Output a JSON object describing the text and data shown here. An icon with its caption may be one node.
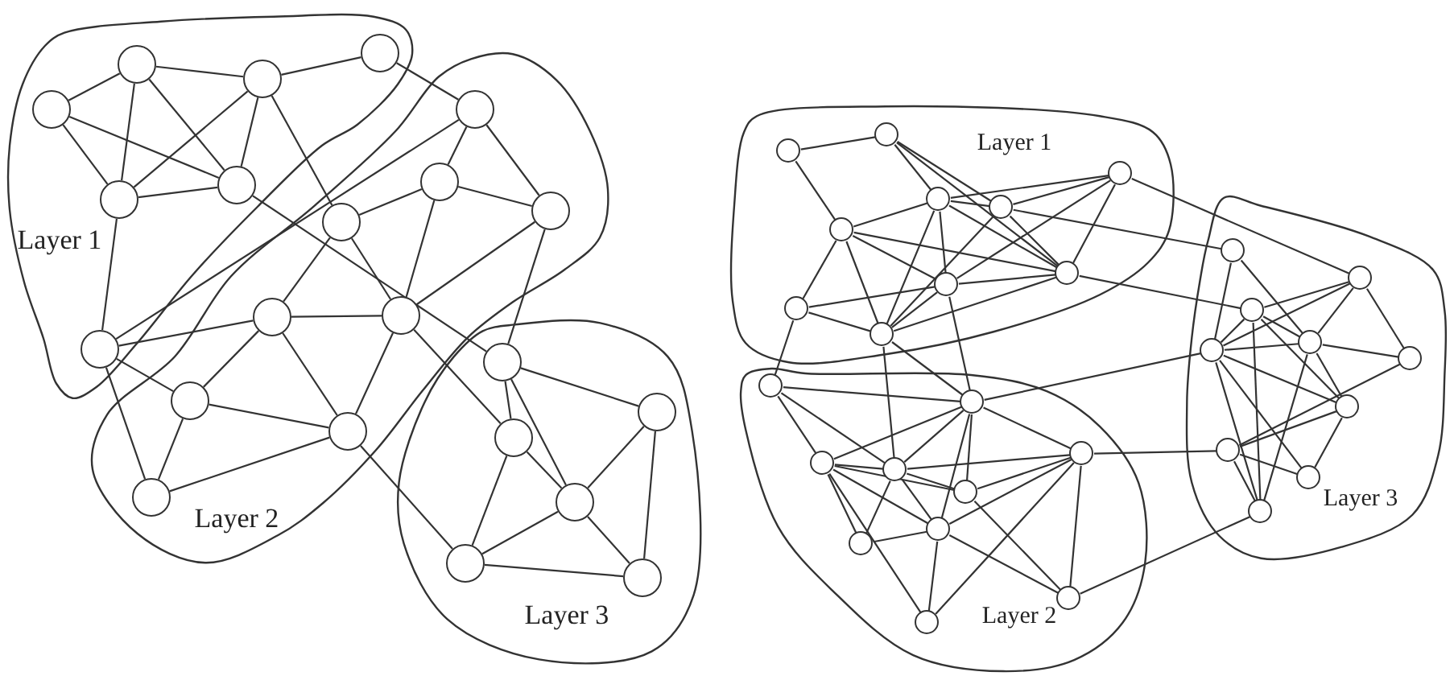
{
  "diagram": {
    "nodes": [
      {
        "text": [
          "Layer 1"
        ]
      },
      {
        "text": [],
        "shape": "circle",
        "in": 0
      },
      {
        "text": [],
        "shape": "circle",
        "in": 0
      },
      {
        "text": [],
        "shape": "circle",
        "in": 0
      },
      {
        "text": [],
        "shape": "circle",
        "in": 0
      },
      {
        "text": [],
        "shape": "circle",
        "in": 0
      },
      {
        "text": [],
        "shape": "circle",
        "in": 0
      },
      {
        "text": [],
        "shape": "circle",
        "in": 0
      },
      {
        "text": [
          "Layer 2"
        ]
      },
      {
        "text": [],
        "shape": "circle",
        "in": 8
      },
      {
        "text": [],
        "shape": "circle",
        "in": 8
      },
      {
        "text": [],
        "shape": "circle",
        "in": 8
      },
      {
        "text": [],
        "shape": "circle",
        "in": 8
      },
      {
        "text": [],
        "shape": "circle",
        "in": 8
      },
      {
        "text": [],
        "shape": "circle",
        "in": 8
      },
      {
        "text": [],
        "shape": "circle",
        "in": 8
      },
      {
        "text": [],
        "shape": "circle",
        "in": 8
      },
      {
        "text": [],
        "shape": "circle",
        "in": 8
      },
      {
        "text": [
          "Layer 3"
        ]
      },
      {
        "text": [],
        "shape": "circle",
        "in": 18
      },
      {
        "text": [],
        "shape": "circle",
        "in": 18
      },
      {
        "text": [],
        "shape": "circle",
        "in": 18
      },
      {
        "text": [],
        "shape": "circle",
        "in": 18
      },
      {
        "text": [],
        "shape": "circle",
        "in": 18
      },
      {
        "text": [],
        "shape": "circle",
        "in": 18
      },
      {
        "text": [
          "Layer 1"
        ]
      },
      {
        "text": [],
        "shape": "circle",
        "in": 25
      },
      {
        "text": [],
        "shape": "circle",
        "in": 25
      },
      {
        "text": [],
        "shape": "circle",
        "in": 25
      },
      {
        "text": [],
        "shape": "circle",
        "in": 25
      },
      {
        "text": [],
        "shape": "circle",
        "in": 25
      },
      {
        "text": [],
        "shape": "circle",
        "in": 25
      },
      {
        "text": [],
        "shape": "circle",
        "in": 25
      },
      {
        "text": [],
        "shape": "circle",
        "in": 25
      },
      {
        "text": [],
        "shape": "circle",
        "in": 25
      },
      {
        "text": [],
        "shape": "circle",
        "in": 25
      },
      {
        "text": [
          "Layer 2"
        ]
      },
      {
        "text": [],
        "shape": "circle",
        "in": 36
      },
      {
        "text": [],
        "shape": "circle",
        "in": 36
      },
      {
        "text": [],
        "shape": "circle",
        "in": 36
      },
      {
        "text": [],
        "shape": "circle",
        "in": 36
      },
      {
        "text": [],
        "shape": "circle",
        "in": 36
      },
      {
        "text": [],
        "shape": "circle",
        "in": 36
      },
      {
        "text": [],
        "shape": "circle",
        "in": 36
      },
      {
        "text": [],
        "shape": "circle",
        "in": 36
      },
      {
        "text": [],
        "shape": "circle",
        "in": 36
      },
      {
        "text": [],
        "shape": "circle",
        "in": 36
      },
      {
        "text": [
          "Layer 3"
        ]
      },
      {
        "text": [],
        "shape": "circle",
        "in": 47
      },
      {
        "text": [],
        "shape": "circle",
        "in": 47
      },
      {
        "text": [],
        "shape": "circle",
        "in": 47
      },
      {
        "text": [],
        "shape": "circle",
        "in": 47
      },
      {
        "text": [],
        "shape": "circle",
        "in": 47
      },
      {
        "text": [],
        "shape": "circle",
        "in": 47
      },
      {
        "text": [],
        "shape": "circle",
        "in": 47
      },
      {
        "text": [],
        "shape": "circle",
        "in": 47
      },
      {
        "text": [],
        "shape": "circle",
        "in": 47
      },
      {
        "text": [],
        "shape": "circle",
        "in": 47
      }
    ],
    "edges": [
      {
        "from": 1,
        "to": 2,
        "arrow": "none"
      },
      {
        "from": 1,
        "to": 3,
        "arrow": "none"
      },
      {
        "from": 1,
        "to": 5,
        "arrow": "none"
      },
      {
        "from": 1,
        "to": 6,
        "arrow": "none"
      },
      {
        "from": 2,
        "to": 5,
        "arrow": "none"
      },
      {
        "from": 2,
        "to": 6,
        "arrow": "none"
      },
      {
        "from": 3,
        "to": 4,
        "arrow": "none"
      },
      {
        "from": 3,
        "to": 5,
        "arrow": "none"
      },
      {
        "from": 3,
        "to": 6,
        "arrow": "none"
      },
      {
        "from": 3,
        "to": 12,
        "arrow": "none"
      },
      {
        "from": 5,
        "to": 6,
        "arrow": "none"
      },
      {
        "from": 5,
        "to": 7,
        "arrow": "none"
      },
      {
        "from": 6,
        "to": 19,
        "arrow": "none"
      },
      {
        "from": 4,
        "to": 9,
        "arrow": "none"
      },
      {
        "from": 9,
        "to": 10,
        "arrow": "none"
      },
      {
        "from": 9,
        "to": 11,
        "arrow": "none"
      },
      {
        "from": 10,
        "to": 11,
        "arrow": "none"
      },
      {
        "from": 10,
        "to": 12,
        "arrow": "none"
      },
      {
        "from": 10,
        "to": 14,
        "arrow": "none"
      },
      {
        "from": 11,
        "to": 14,
        "arrow": "none"
      },
      {
        "from": 11,
        "to": 19,
        "arrow": "none"
      },
      {
        "from": 12,
        "to": 13,
        "arrow": "none"
      },
      {
        "from": 12,
        "to": 14,
        "arrow": "none"
      },
      {
        "from": 7,
        "to": 9,
        "arrow": "none"
      },
      {
        "from": 13,
        "to": 14,
        "arrow": "none"
      },
      {
        "from": 7,
        "to": 13,
        "arrow": "none"
      },
      {
        "from": 7,
        "to": 15,
        "arrow": "none"
      },
      {
        "from": 7,
        "to": 17,
        "arrow": "none"
      },
      {
        "from": 13,
        "to": 15,
        "arrow": "none"
      },
      {
        "from": 15,
        "to": 16,
        "arrow": "none"
      },
      {
        "from": 15,
        "to": 17,
        "arrow": "none"
      },
      {
        "from": 13,
        "to": 16,
        "arrow": "none"
      },
      {
        "from": 16,
        "to": 17,
        "arrow": "none"
      },
      {
        "from": 14,
        "to": 16,
        "arrow": "none"
      },
      {
        "from": 14,
        "to": 20,
        "arrow": "none"
      },
      {
        "from": 16,
        "to": 23,
        "arrow": "none"
      },
      {
        "from": 19,
        "to": 20,
        "arrow": "none"
      },
      {
        "from": 19,
        "to": 21,
        "arrow": "none"
      },
      {
        "from": 19,
        "to": 22,
        "arrow": "none"
      },
      {
        "from": 20,
        "to": 22,
        "arrow": "none"
      },
      {
        "from": 20,
        "to": 23,
        "arrow": "none"
      },
      {
        "from": 21,
        "to": 22,
        "arrow": "none"
      },
      {
        "from": 21,
        "to": 24,
        "arrow": "none"
      },
      {
        "from": 22,
        "to": 23,
        "arrow": "none"
      },
      {
        "from": 22,
        "to": 24,
        "arrow": "none"
      },
      {
        "from": 23,
        "to": 24,
        "arrow": "none"
      },
      {
        "from": 26,
        "to": 27,
        "arrow": "none"
      },
      {
        "from": 26,
        "to": 31,
        "arrow": "none"
      },
      {
        "from": 27,
        "to": 28,
        "arrow": "none"
      },
      {
        "from": 27,
        "to": 29,
        "arrow": "none"
      },
      {
        "from": 27,
        "to": 32,
        "arrow": "none"
      },
      {
        "from": 28,
        "to": 29,
        "arrow": "none"
      },
      {
        "from": 28,
        "to": 30,
        "arrow": "none"
      },
      {
        "from": 29,
        "to": 30,
        "arrow": "none"
      },
      {
        "from": 30,
        "to": 32,
        "arrow": "none"
      },
      {
        "from": 30,
        "to": 33,
        "arrow": "none"
      },
      {
        "from": 28,
        "to": 31,
        "arrow": "none"
      },
      {
        "from": 31,
        "to": 32,
        "arrow": "none"
      },
      {
        "from": 31,
        "to": 33,
        "arrow": "none"
      },
      {
        "from": 31,
        "to": 34,
        "arrow": "none"
      },
      {
        "from": 31,
        "to": 35,
        "arrow": "none"
      },
      {
        "from": 28,
        "to": 33,
        "arrow": "none"
      },
      {
        "from": 28,
        "to": 35,
        "arrow": "none"
      },
      {
        "from": 28,
        "to": 32,
        "arrow": "none"
      },
      {
        "from": 29,
        "to": 32,
        "arrow": "none"
      },
      {
        "from": 29,
        "to": 35,
        "arrow": "none"
      },
      {
        "from": 33,
        "to": 32,
        "arrow": "none"
      },
      {
        "from": 33,
        "to": 34,
        "arrow": "none"
      },
      {
        "from": 33,
        "to": 35,
        "arrow": "none"
      },
      {
        "from": 32,
        "to": 35,
        "arrow": "none"
      },
      {
        "from": 34,
        "to": 35,
        "arrow": "none"
      },
      {
        "from": 29,
        "to": 48,
        "arrow": "none"
      },
      {
        "from": 30,
        "to": 49,
        "arrow": "none"
      },
      {
        "from": 32,
        "to": 50,
        "arrow": "none"
      },
      {
        "from": 34,
        "to": 37,
        "arrow": "none"
      },
      {
        "from": 35,
        "to": 41,
        "arrow": "none"
      },
      {
        "from": 35,
        "to": 38,
        "arrow": "none"
      },
      {
        "from": 33,
        "to": 38,
        "arrow": "none"
      },
      {
        "from": 38,
        "to": 52,
        "arrow": "none"
      },
      {
        "from": 39,
        "to": 55,
        "arrow": "none"
      },
      {
        "from": 45,
        "to": 57,
        "arrow": "none"
      },
      {
        "from": 37,
        "to": 38,
        "arrow": "none"
      },
      {
        "from": 37,
        "to": 40,
        "arrow": "none"
      },
      {
        "from": 37,
        "to": 41,
        "arrow": "none"
      },
      {
        "from": 38,
        "to": 40,
        "arrow": "none"
      },
      {
        "from": 38,
        "to": 41,
        "arrow": "none"
      },
      {
        "from": 38,
        "to": 42,
        "arrow": "none"
      },
      {
        "from": 38,
        "to": 43,
        "arrow": "none"
      },
      {
        "from": 38,
        "to": 39,
        "arrow": "none"
      },
      {
        "from": 39,
        "to": 41,
        "arrow": "none"
      },
      {
        "from": 39,
        "to": 42,
        "arrow": "none"
      },
      {
        "from": 39,
        "to": 43,
        "arrow": "none"
      },
      {
        "from": 39,
        "to": 46,
        "arrow": "none"
      },
      {
        "from": 39,
        "to": 45,
        "arrow": "none"
      },
      {
        "from": 40,
        "to": 41,
        "arrow": "none"
      },
      {
        "from": 40,
        "to": 42,
        "arrow": "none"
      },
      {
        "from": 40,
        "to": 43,
        "arrow": "none"
      },
      {
        "from": 40,
        "to": 44,
        "arrow": "none"
      },
      {
        "from": 40,
        "to": 46,
        "arrow": "none"
      },
      {
        "from": 41,
        "to": 42,
        "arrow": "none"
      },
      {
        "from": 41,
        "to": 43,
        "arrow": "none"
      },
      {
        "from": 41,
        "to": 44,
        "arrow": "none"
      },
      {
        "from": 42,
        "to": 45,
        "arrow": "none"
      },
      {
        "from": 43,
        "to": 44,
        "arrow": "none"
      },
      {
        "from": 43,
        "to": 46,
        "arrow": "none"
      },
      {
        "from": 43,
        "to": 45,
        "arrow": "none"
      },
      {
        "from": 48,
        "to": 52,
        "arrow": "none"
      },
      {
        "from": 48,
        "to": 51,
        "arrow": "none"
      },
      {
        "from": 49,
        "to": 50,
        "arrow": "none"
      },
      {
        "from": 49,
        "to": 52,
        "arrow": "none"
      },
      {
        "from": 49,
        "to": 51,
        "arrow": "none"
      },
      {
        "from": 49,
        "to": 53,
        "arrow": "none"
      },
      {
        "from": 50,
        "to": 52,
        "arrow": "none"
      },
      {
        "from": 50,
        "to": 51,
        "arrow": "none"
      },
      {
        "from": 50,
        "to": 57,
        "arrow": "none"
      },
      {
        "from": 50,
        "to": 54,
        "arrow": "none"
      },
      {
        "from": 52,
        "to": 51,
        "arrow": "none"
      },
      {
        "from": 51,
        "to": 53,
        "arrow": "none"
      },
      {
        "from": 52,
        "to": 54,
        "arrow": "none"
      },
      {
        "from": 52,
        "to": 56,
        "arrow": "none"
      },
      {
        "from": 52,
        "to": 57,
        "arrow": "none"
      },
      {
        "from": 51,
        "to": 54,
        "arrow": "none"
      },
      {
        "from": 51,
        "to": 57,
        "arrow": "none"
      },
      {
        "from": 53,
        "to": 55,
        "arrow": "none"
      },
      {
        "from": 54,
        "to": 55,
        "arrow": "none"
      },
      {
        "from": 54,
        "to": 56,
        "arrow": "none"
      },
      {
        "from": 55,
        "to": 56,
        "arrow": "none"
      },
      {
        "from": 55,
        "to": 57,
        "arrow": "none"
      }
    ]
  }
}
